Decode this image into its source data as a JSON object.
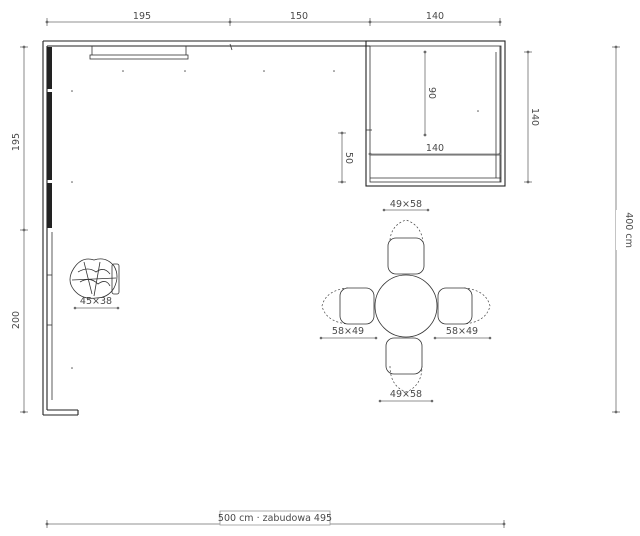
{
  "dimensions": {
    "top": [
      "195",
      "150",
      "140"
    ],
    "left": [
      "195",
      "200"
    ],
    "right_total": "400 cm",
    "right_module": "140",
    "island_depth": "90",
    "island_width": "140",
    "peninsula_depth": "50",
    "bottom_total": "500 cm · zabudowa 495"
  },
  "furniture": {
    "armchair_size": "45×38",
    "chair_top_size": "49×58",
    "chair_left_size": "58×49",
    "chair_right_size": "58×49",
    "chair_bottom_size": "49×58"
  }
}
